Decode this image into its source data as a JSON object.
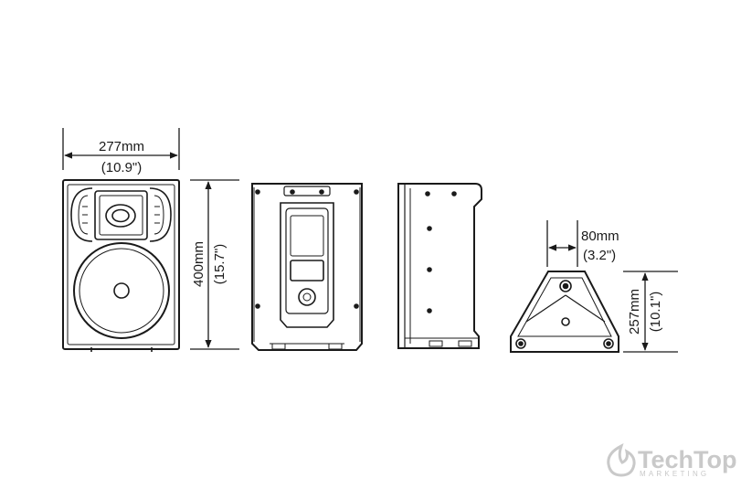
{
  "dimensions": {
    "width": {
      "metric": "277mm",
      "imperial": "(10.9\")"
    },
    "height": {
      "metric": "400mm",
      "imperial": "(15.7\")"
    },
    "depth": {
      "metric": "80mm",
      "imperial": "(3.2\")"
    },
    "bracket": {
      "metric": "257mm",
      "imperial": "(10.1\")"
    }
  },
  "watermark": {
    "brand": "TechTop",
    "sub": "MARKETING"
  },
  "colors": {
    "line": "#1a1a1a",
    "watermark": "#c9c9c9"
  }
}
